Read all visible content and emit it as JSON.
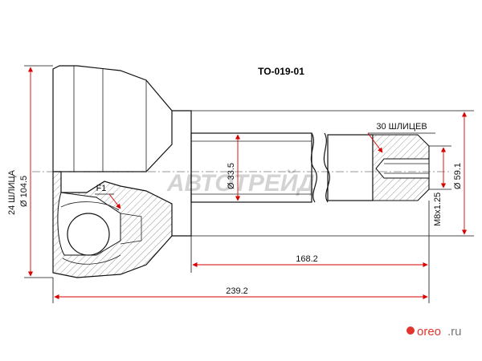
{
  "part_number": "TO-019-01",
  "labels": {
    "outer_splines": "24 ШЛИЦА",
    "outer_diameter": "Ø 104.5",
    "shaft_diameter": "Ø 33.5",
    "shaft_splines": "30 ШЛИЦЕВ",
    "shaft_end_diameter": "Ø 59.1",
    "thread": "M8x1.25",
    "f1": "F1",
    "shaft_length": "168.2",
    "total_length": "239.2"
  },
  "watermark": "АВТОТРЕЙД",
  "logo": {
    "brand": "oreo",
    "domain": ".ru"
  },
  "colors": {
    "line": "#111111",
    "dimension_arrow": "#d90000",
    "watermark": "#c9c9c9",
    "logo_red": "#e3342f",
    "logo_grey": "#777777",
    "hatch": "#cfcfcf"
  }
}
